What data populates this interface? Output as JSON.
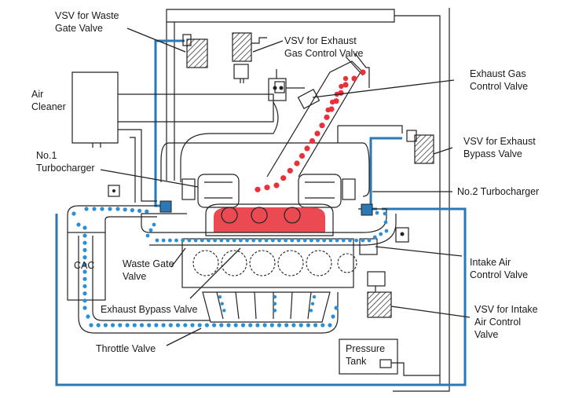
{
  "labels": {
    "vsv_waste_gate": [
      "VSV for Waste",
      "Gate Valve"
    ],
    "vsv_exhaust_gas_control": [
      "VSV for Exhaust",
      "Gas Control Valve"
    ],
    "exhaust_gas_control_valve": [
      "Exhaust Gas",
      "Control Valve"
    ],
    "air_cleaner": [
      "Air",
      "Cleaner"
    ],
    "vsv_exhaust_bypass": [
      "VSV for Exhaust",
      "Bypass Valve"
    ],
    "no1_turbocharger": [
      "No.1",
      "Turbocharger"
    ],
    "no2_turbocharger": "No.2 Turbocharger",
    "cac": "CAC",
    "waste_gate_valve": [
      "Waste Gate",
      "Valve"
    ],
    "intake_air_control_valve": [
      "Intake Air",
      "Control Valve"
    ],
    "exhaust_bypass_valve": "Exhaust Bypass Valve",
    "vsv_intake_air_control": [
      "VSV for Intake",
      "Air Control",
      "Valve"
    ],
    "throttle_valve": "Throttle Valve",
    "pressure_tank": [
      "Pressure",
      "Tank"
    ]
  },
  "colors": {
    "exhaust_flow": "#e8313a",
    "intake_flow": "#2a8fd6",
    "vacuum_line": "#2a78b6",
    "outline": "#222222"
  }
}
